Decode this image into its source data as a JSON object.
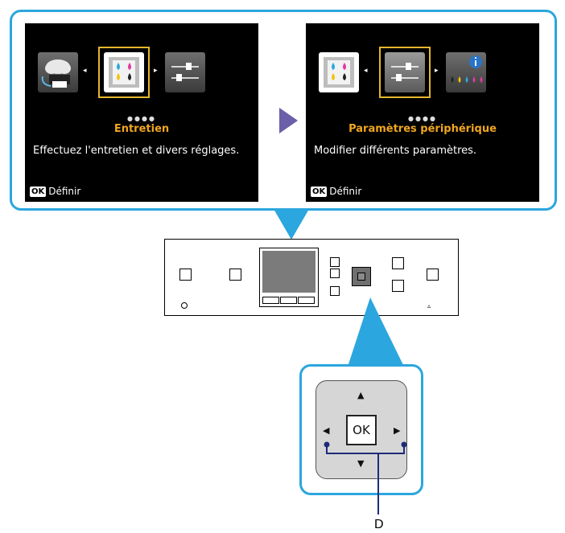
{
  "screens": [
    {
      "title": "Entretien",
      "description": "Effectuez l'entretien et divers réglages.",
      "ok_badge": "OK",
      "ok_label": "Définir"
    },
    {
      "title": "Paramètres périphérique",
      "description": "Modifier différents paramètres.",
      "ok_badge": "OK",
      "ok_label": "Définir"
    }
  ],
  "control_pad": {
    "ok_label": "OK"
  },
  "callout_label": "D",
  "colors": {
    "frame_blue": "#2ba6de",
    "screen_title_orange": "#f0a61f",
    "selection_gold": "#e4b62c",
    "arrow_purple": "#6a5fa8",
    "callout_navy": "#1e2a78"
  }
}
